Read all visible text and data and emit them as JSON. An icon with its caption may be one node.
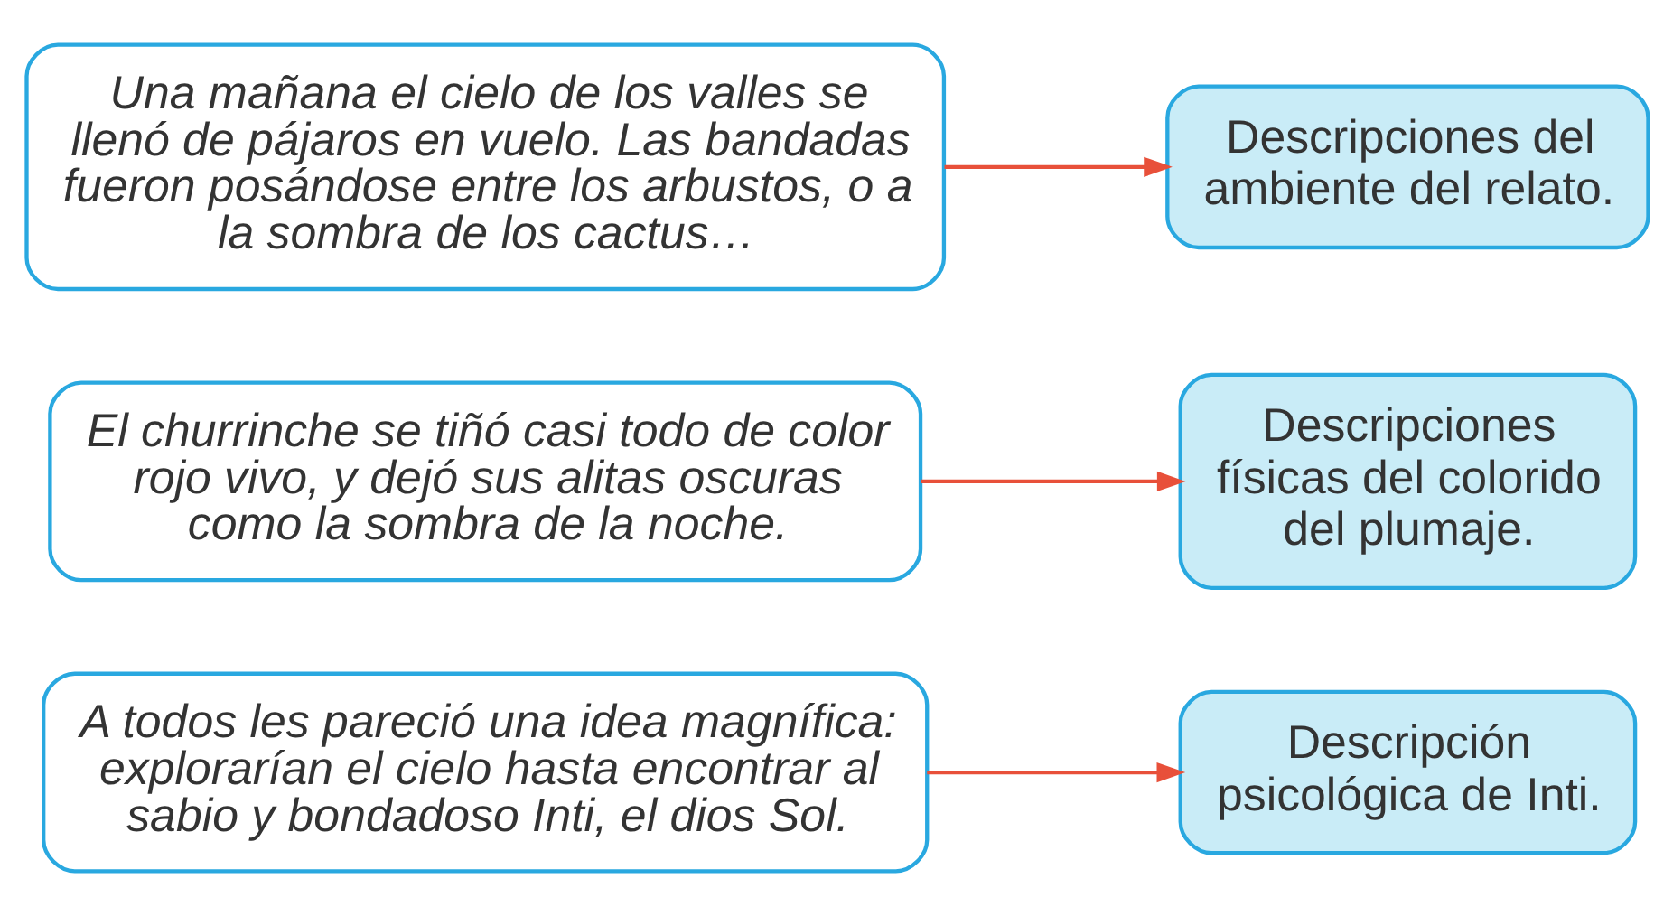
{
  "diagram": {
    "nodes": [
      {
        "text": [
          "A todos les pareció una idea magnífica: explorarían el cielo hasta encontrar al sabio y bondadoso Inti, el dios Sol."
        ]
      },
      {
        "text": [
          "Descripción psicológica de Inti."
        ]
      },
      {
        "text": [
          "El churrinche se tiñó casi todo de color rojo vivo, y dejó sus alitas oscuras como la sombra de la noche."
        ]
      },
      {
        "text": [
          "Descripciones físicas del colorido del plumaje."
        ]
      },
      {
        "text": [
          "Una mañana el cielo de los valles se llenó de pájaros en vuelo. Las bandadas fueron posándose entre los arbustos, o a la sombra de los cactus…"
        ]
      },
      {
        "text": [
          "Descripciones del ambiente del relato."
        ]
      }
    ],
    "edges": [
      {
        "from": 0,
        "to": 1,
        "arrow": "to"
      },
      {
        "from": 2,
        "to": 3,
        "arrow": "to"
      },
      {
        "from": 4,
        "to": 5,
        "arrow": "to"
      }
    ]
  }
}
